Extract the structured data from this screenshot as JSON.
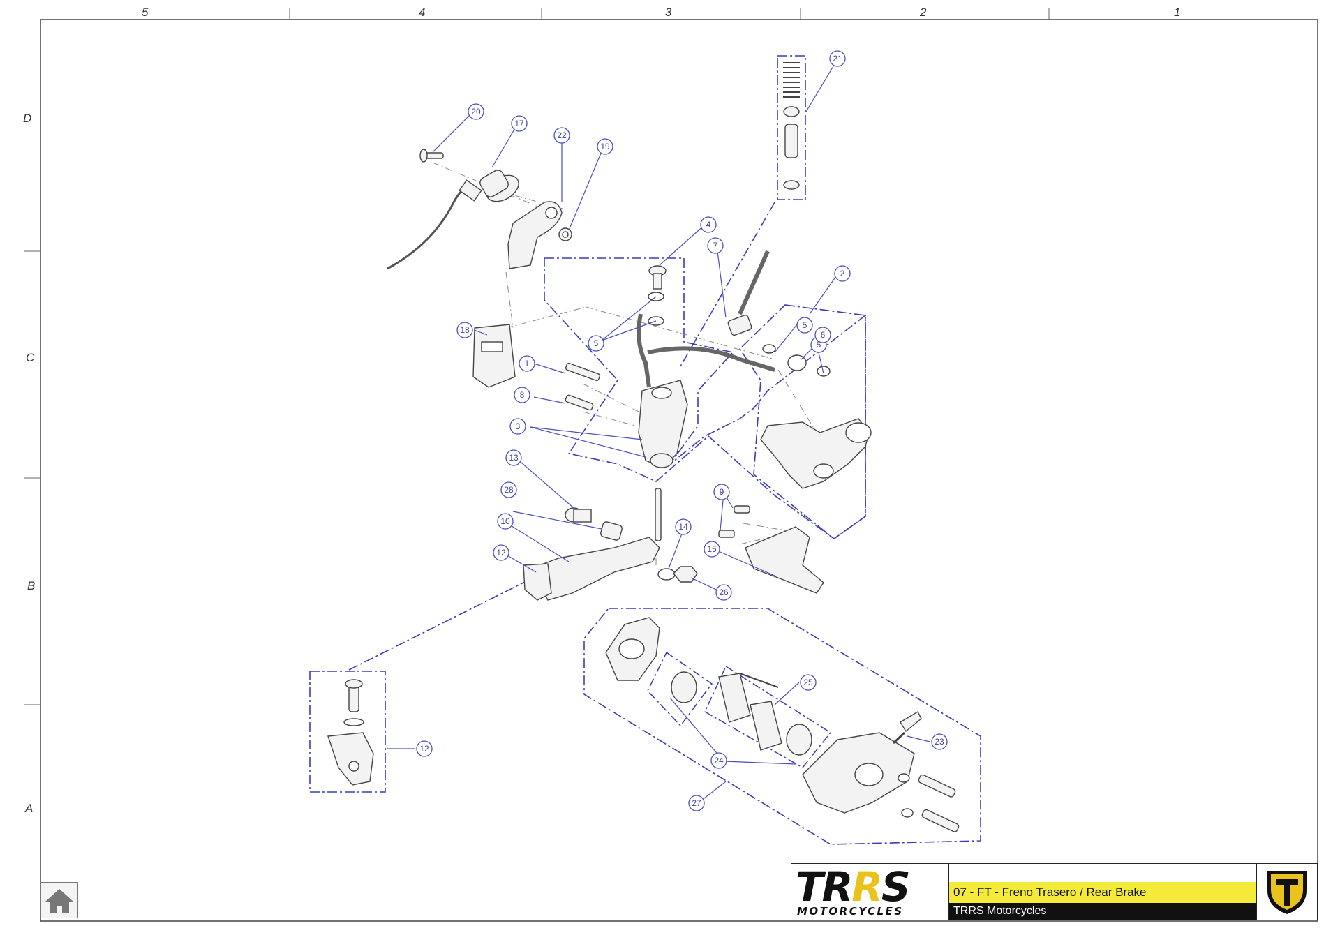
{
  "zones": {
    "columns": [
      "5",
      "4",
      "3",
      "2",
      "1"
    ],
    "rows": [
      "D",
      "C",
      "B",
      "A"
    ]
  },
  "callouts": [
    "1",
    "2",
    "3",
    "4",
    "5",
    "5",
    "5",
    "6",
    "7",
    "8",
    "9",
    "10",
    "12",
    "12",
    "13",
    "14",
    "15",
    "17",
    "18",
    "19",
    "20",
    "21",
    "22",
    "23",
    "24",
    "25",
    "26",
    "27",
    "28"
  ],
  "title_block": {
    "logo_text_main": "TRRS",
    "logo_text_sub": "MOTORCYCLES",
    "title": "07 - FT - Freno Trasero / Rear Brake",
    "company": "TRRS Motorcycles"
  },
  "colors": {
    "callout_blue": "#3b3fa8",
    "group_outline": "#3a3db8",
    "title_yellow": "#f3ea3a",
    "logo_yellow": "#e9c21c"
  },
  "icons": {
    "home_button": "home-icon",
    "brand_emblem": "trrs-shield-icon"
  }
}
